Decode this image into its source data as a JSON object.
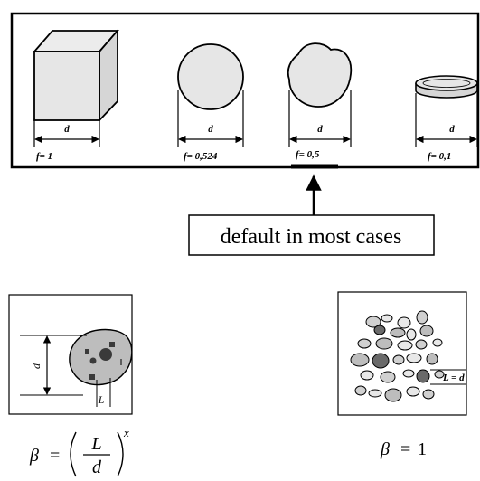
{
  "shapes": [
    {
      "name": "cube",
      "dim": "d",
      "factor": "f= 1"
    },
    {
      "name": "sphere",
      "dim": "d",
      "factor": "f= 0,524"
    },
    {
      "name": "irregular",
      "dim": "d",
      "factor": "f= 0,5"
    },
    {
      "name": "disc",
      "dim": "d",
      "factor": "f= 0,1"
    }
  ],
  "callout": {
    "text": "default in most cases"
  },
  "panel_left": {
    "dim_d": "d",
    "dim_L": "L"
  },
  "panel_right": {
    "dim": "L = d"
  },
  "formula_left": {
    "beta": "β",
    "eq": "=",
    "L": "L",
    "d": "d",
    "exp": "x"
  },
  "formula_right": {
    "beta": "β",
    "eq": "=",
    "one": "1"
  },
  "colors": {
    "fill_light": "#e6e6e6",
    "fill_mid": "#bdbdbd",
    "fill_dark": "#555555"
  }
}
